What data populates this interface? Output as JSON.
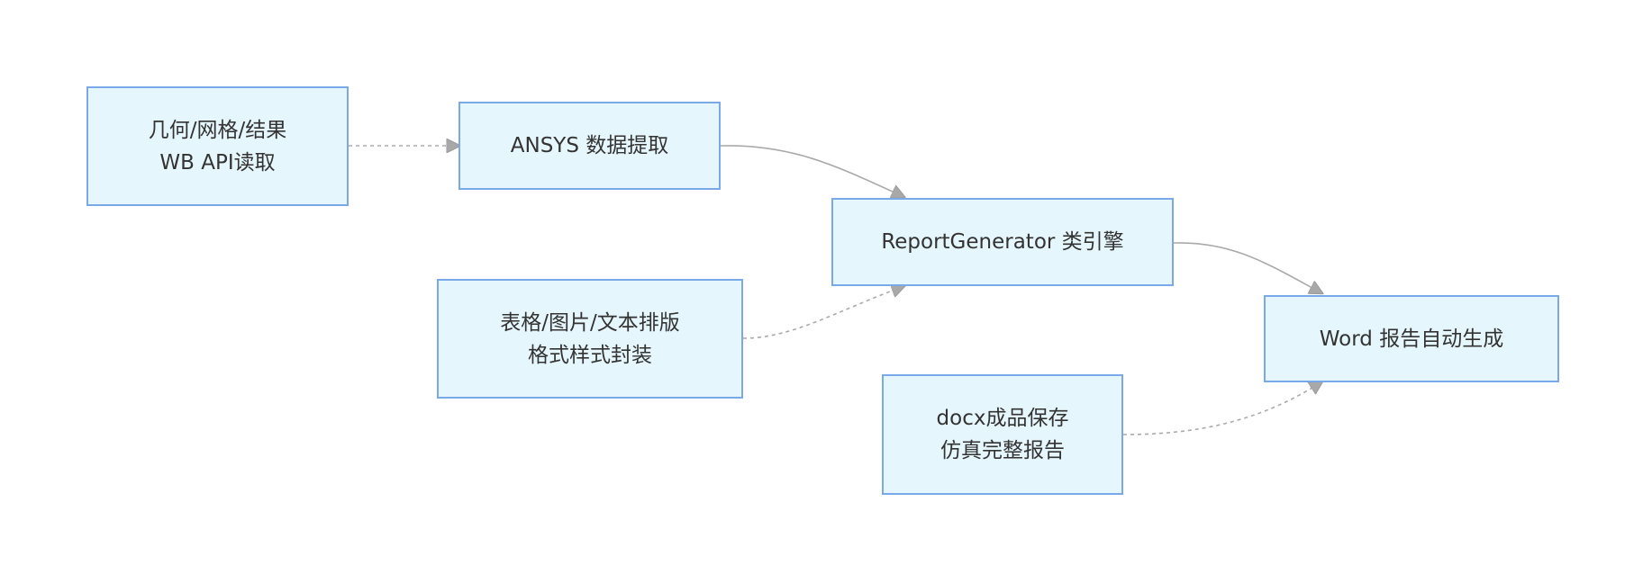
{
  "colors": {
    "node_fill": "#e5f6fc",
    "node_border": "#7aa9ea",
    "edge": "#aaaaaa",
    "arrowhead": "#a8a8a8",
    "text": "#333333"
  },
  "nodes": {
    "geometry_source": {
      "line1": "几何/网格/结果",
      "line2": "WB API读取"
    },
    "ansys_extract": {
      "line1": "ANSYS 数据提取"
    },
    "report_engine": {
      "line1": "ReportGenerator 类引擎"
    },
    "layout_format": {
      "line1": "表格/图片/文本排版",
      "line2": "格式样式封装"
    },
    "word_output": {
      "line1": "Word 报告自动生成"
    },
    "docx_save": {
      "line1": "docx成品保存",
      "line2": "仿真完整报告"
    }
  },
  "edges": [
    {
      "from": "geometry_source",
      "to": "ansys_extract",
      "style": "dashed"
    },
    {
      "from": "ansys_extract",
      "to": "report_engine",
      "style": "solid"
    },
    {
      "from": "layout_format",
      "to": "report_engine",
      "style": "dashed"
    },
    {
      "from": "report_engine",
      "to": "word_output",
      "style": "solid"
    },
    {
      "from": "docx_save",
      "to": "word_output",
      "style": "dashed"
    }
  ]
}
